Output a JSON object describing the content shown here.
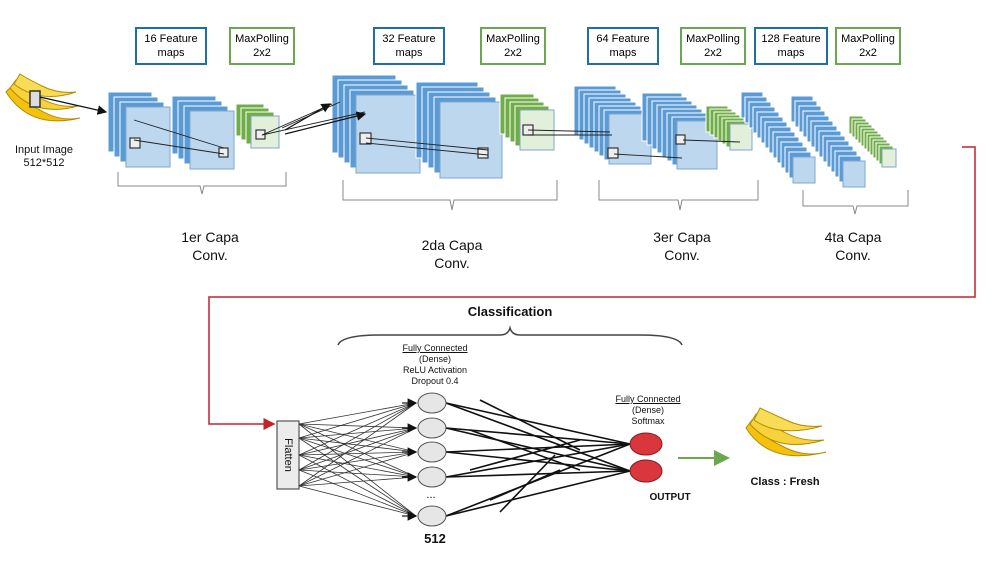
{
  "input": {
    "label_line1": "Input Image",
    "label_line2": "512*512"
  },
  "feature_boxes": [
    {
      "line1": "16 Feature",
      "line2": "maps"
    },
    {
      "line1": "32 Feature",
      "line2": "maps"
    },
    {
      "line1": "64 Feature",
      "line2": "maps"
    },
    {
      "line1": "128 Feature",
      "line2": "maps"
    }
  ],
  "pool_boxes": [
    {
      "line1": "MaxPolling",
      "line2": "2x2"
    },
    {
      "line1": "MaxPolling",
      "line2": "2x2"
    },
    {
      "line1": "MaxPolling",
      "line2": "2x2"
    },
    {
      "line1": "MaxPolling",
      "line2": "2x2"
    }
  ],
  "layers": [
    {
      "line1": "1er Capa",
      "line2": "Conv."
    },
    {
      "line1": "2da Capa",
      "line2": "Conv."
    },
    {
      "line1": "3er Capa",
      "line2": "Conv."
    },
    {
      "line1": "4ta Capa",
      "line2": "Conv."
    }
  ],
  "classification": {
    "title": "Classification",
    "flatten": "Flatten",
    "dense1": {
      "title": "Fully Connected",
      "l2": "(Dense)",
      "l3": "ReLU Activation",
      "l4": "Dropout 0.4"
    },
    "dense1_ellipsis": "...",
    "dense1_units": "512",
    "dense2": {
      "title": "Fully Connected",
      "l2": "(Dense)",
      "l3": "Softmax"
    },
    "output": "OUTPUT",
    "result": "Class : Fresh"
  },
  "colors": {
    "conv_dark": "#5b9bd5",
    "conv_light": "#bdd7ee",
    "pool_dark": "#70ad47",
    "pool_light": "#e2efda",
    "connector": "#c0232b",
    "output_node": "#d9363e",
    "arrow_green": "#6aa84f"
  }
}
